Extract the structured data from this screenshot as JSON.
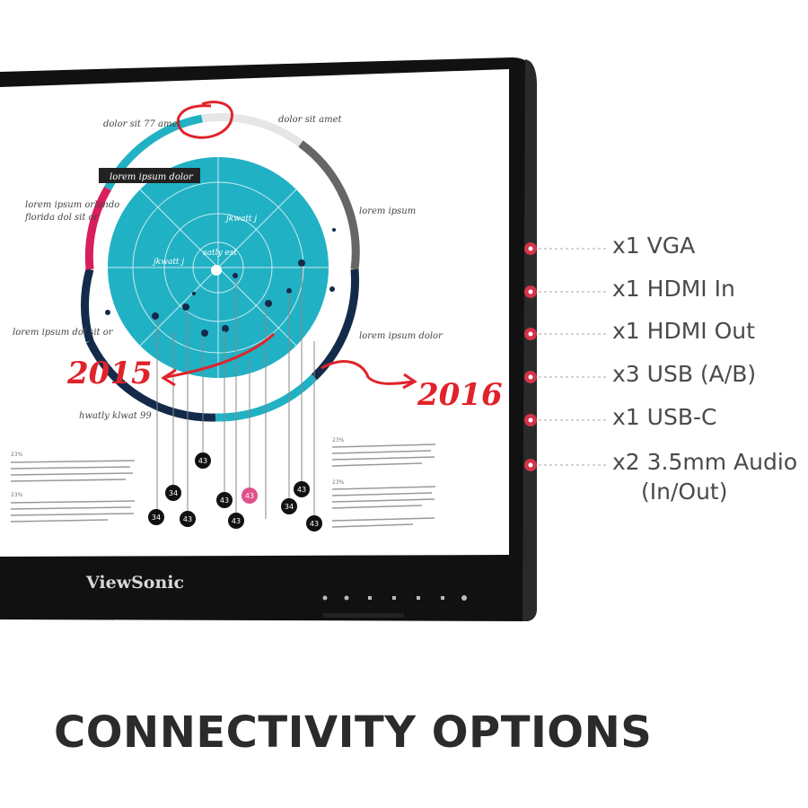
{
  "brand": "ViewSonic",
  "headline": "CONNECTIVITY OPTIONS",
  "connectors": [
    {
      "label": "x1 VGA"
    },
    {
      "label": "x1 HDMI In"
    },
    {
      "label": "x1 HDMI Out"
    },
    {
      "label": "x3 USB (A/B)"
    },
    {
      "label": "x1 USB-C"
    },
    {
      "label": "x2 3.5mm Audio",
      "label2": "(In/Out)"
    }
  ],
  "screen": {
    "labels": {
      "top_left": "dolor sit 77 amet",
      "top_right": "dolor sit amet",
      "banner": "lorem ipsum dolor",
      "left_1a": "lorem ipsum orlando",
      "left_1b": "florida dol sit or",
      "left_2": "lorem ipsum dol sit or",
      "right_1": "lorem ipsum",
      "right_2": "lorem ipsum dolor",
      "bottom_left": "hwatly klwat 99",
      "inner_1": "jkwatt j",
      "inner_2": "jkwatt j",
      "center": "satly est"
    },
    "year_left": "2015",
    "year_right": "2016",
    "bubbles": [
      "43",
      "34",
      "43",
      "43",
      "43",
      "34",
      "34",
      "43",
      "43",
      "43"
    ],
    "percent_labels": [
      "23%",
      "23%",
      "23%",
      "23%"
    ]
  },
  "colors": {
    "dot": "#d2344a",
    "teal": "#21b1c4",
    "navy": "#142a4a",
    "magenta": "#d81f5c",
    "ink_red": "#e0232b",
    "bezel": "#111111"
  }
}
